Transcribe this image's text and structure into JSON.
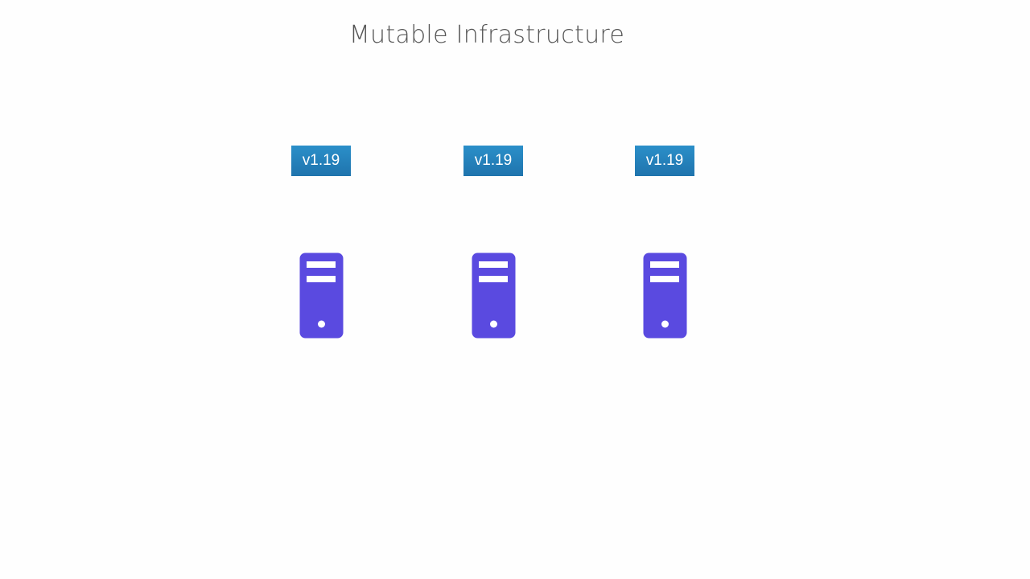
{
  "slide": {
    "title": "Mutable Infrastructure"
  },
  "servers": [
    {
      "version": "v1.19",
      "icon": "server-icon"
    },
    {
      "version": "v1.19",
      "icon": "server-icon"
    },
    {
      "version": "v1.19",
      "icon": "server-icon"
    }
  ],
  "colors": {
    "title": "#555555",
    "badge": "#1f7ab5",
    "badge_text": "#ffffff",
    "server": "#5a4ae0",
    "server_detail": "#ffffff",
    "background": "#fefefe"
  }
}
